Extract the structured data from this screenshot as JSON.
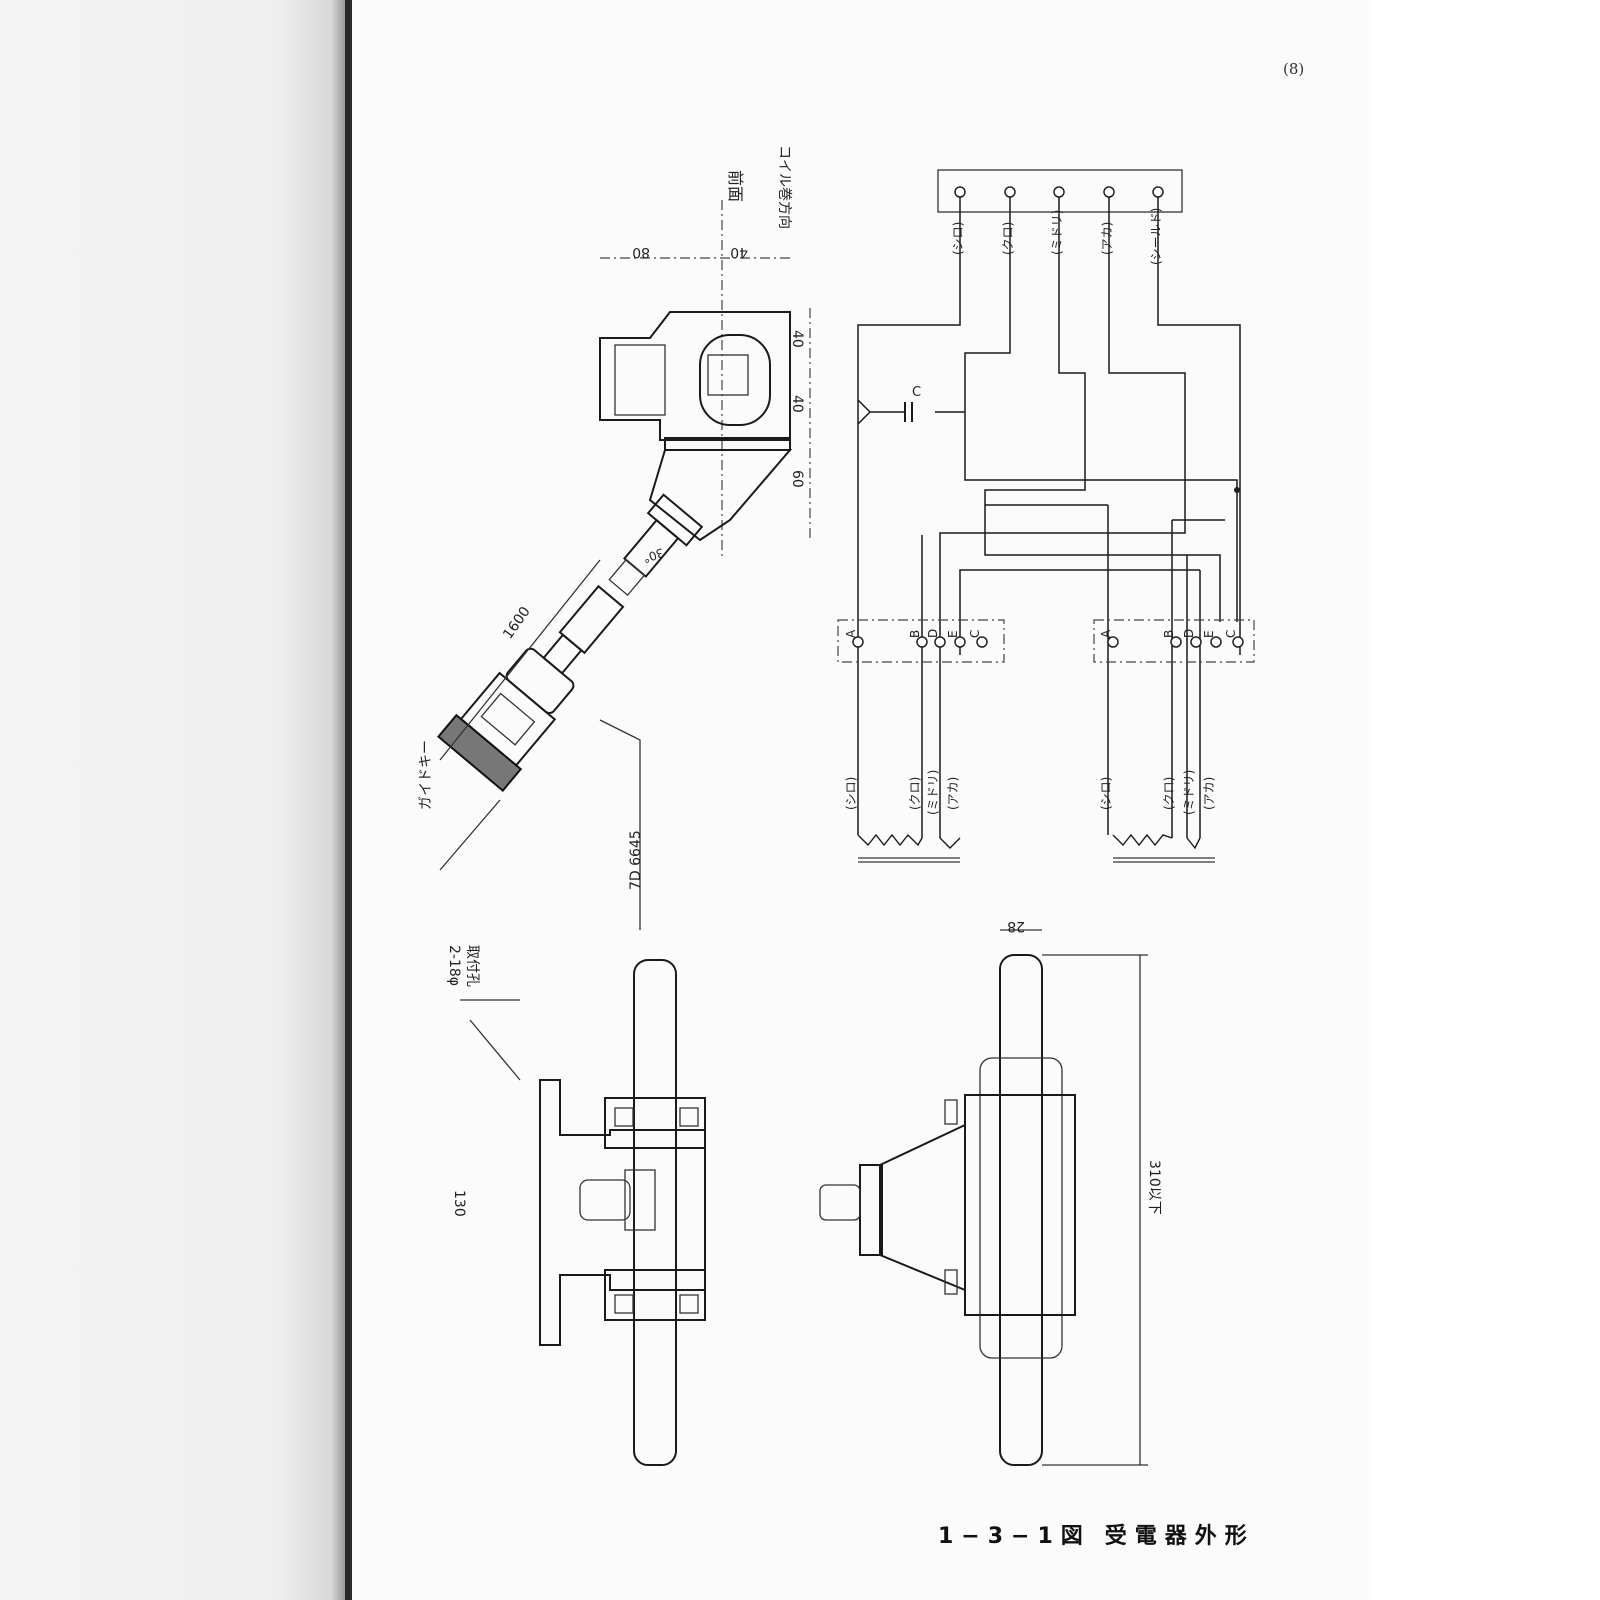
{
  "page_number": "(8)",
  "caption": {
    "figure_no": "1−3−1図",
    "title": "受電器外形"
  },
  "top_view": {
    "front_label": "前面",
    "coil_label": "コイル巻方向",
    "dims": [
      "80",
      "40",
      "40",
      "40",
      "60",
      "30°"
    ],
    "cable_length": "1600",
    "guide_key": "ガイドキー",
    "part_no": "7D 6645"
  },
  "wiring": {
    "top_terminals": [
      "(シロ)",
      "(クロ)",
      "(ミドリ)",
      "(アカ)",
      "(シールド)"
    ],
    "capacitor": "C",
    "terminal_letters": [
      "A",
      "B",
      "D",
      "E",
      "C"
    ],
    "left_coil_labels": [
      "(シロ)",
      "(クロ)",
      "(ミドリ)",
      "(アカ)"
    ],
    "right_coil_labels": [
      "(シロ)",
      "(クロ)",
      "(ミドリ)",
      "(アカ)"
    ]
  },
  "side_view": {
    "mount_holes": "2-18φ",
    "mount_holes_label": "取付孔",
    "width_dim": "130"
  },
  "end_view": {
    "length_dim": "310以下",
    "thickness_dim": "28"
  }
}
